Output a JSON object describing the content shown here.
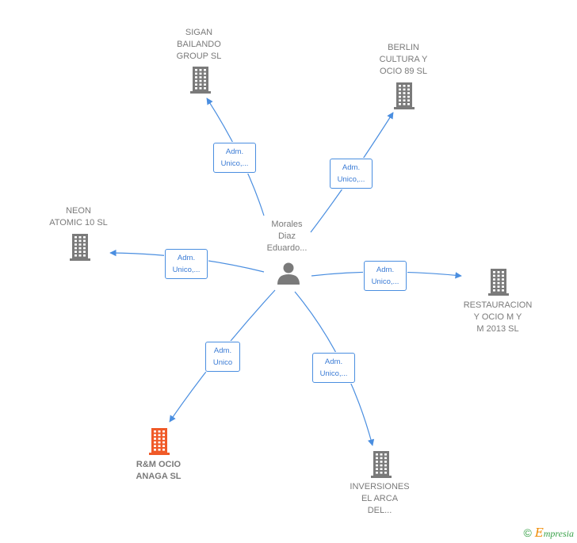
{
  "center": {
    "name_lines": [
      "Morales",
      "Diaz",
      "Eduardo..."
    ],
    "icon": "person-icon"
  },
  "companies": [
    {
      "id": "sigan",
      "name_lines": [
        "SIGAN",
        "BAILANDO",
        "GROUP  SL"
      ],
      "icon": "building-icon",
      "color": "#7a7a7a",
      "relation_lines": [
        "Adm.",
        "Unico,..."
      ]
    },
    {
      "id": "berlin",
      "name_lines": [
        "BERLIN",
        "CULTURA Y",
        "OCIO 89  SL"
      ],
      "icon": "building-icon",
      "color": "#7a7a7a",
      "relation_lines": [
        "Adm.",
        "Unico,..."
      ]
    },
    {
      "id": "neon",
      "name_lines": [
        "NEON",
        "ATOMIC 10  SL"
      ],
      "icon": "building-icon",
      "color": "#7a7a7a",
      "relation_lines": [
        "Adm.",
        "Unico,..."
      ]
    },
    {
      "id": "restauracion",
      "name_lines": [
        "RESTAURACION",
        "Y OCIO M Y",
        "M 2013  SL"
      ],
      "icon": "building-icon",
      "color": "#7a7a7a",
      "relation_lines": [
        "Adm.",
        "Unico,..."
      ]
    },
    {
      "id": "rm",
      "name_lines": [
        "R&M OCIO",
        "ANAGA  SL"
      ],
      "icon": "building-icon",
      "color": "#f05a28",
      "relation_lines": [
        "Adm.",
        "Unico"
      ]
    },
    {
      "id": "inversiones",
      "name_lines": [
        "INVERSIONES",
        "EL ARCA",
        "DEL..."
      ],
      "icon": "building-icon",
      "color": "#7a7a7a",
      "relation_lines": [
        "Adm.",
        "Unico,..."
      ]
    }
  ],
  "footer": {
    "copyright_symbol": "©",
    "brand_initial": "E",
    "brand_rest": "mpresia"
  },
  "colors": {
    "edge": "#4a8ee0",
    "building": "#7a7a7a",
    "highlight_building": "#f05a28",
    "person": "#7a7a7a"
  }
}
